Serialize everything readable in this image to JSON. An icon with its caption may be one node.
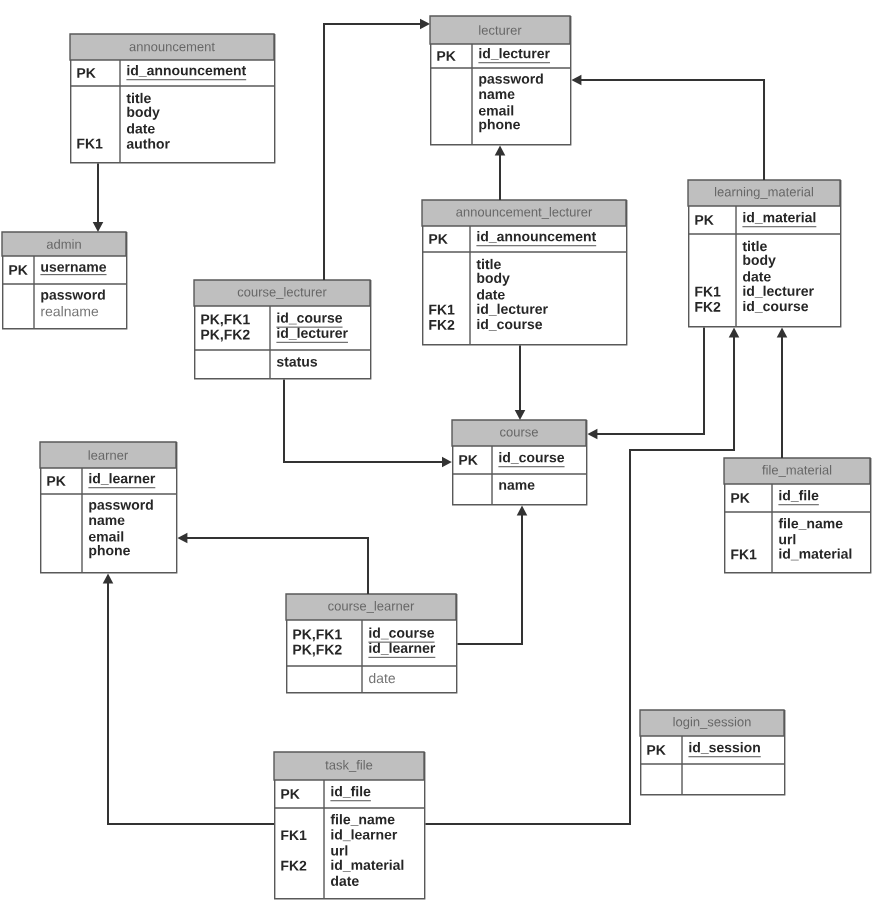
{
  "diagram": {
    "nodes": [
      {
        "text": [
          "announcement",
          "PK",
          "id_announcement",
          "title",
          "body",
          "date",
          "FK1",
          "author"
        ]
      },
      {
        "text": [
          "admin",
          "PK",
          "username",
          "password",
          "realname"
        ]
      },
      {
        "text": [
          "lecturer",
          "PK",
          "id_lecturer",
          "password",
          "name",
          "email",
          "phone"
        ]
      },
      {
        "text": [
          "announcement_lecturer",
          "PK",
          "id_announcement",
          "title",
          "body",
          "date",
          "FK1",
          "id_lecturer",
          "FK2",
          "id_course"
        ]
      },
      {
        "text": [
          "learning_material",
          "PK",
          "id_material",
          "title",
          "body",
          "date",
          "FK1",
          "id_lecturer",
          "FK2",
          "id_course"
        ]
      },
      {
        "text": [
          "course_lecturer",
          "PK,FK1",
          "id_course",
          "PK,FK2",
          "id_lecturer",
          "status"
        ]
      },
      {
        "text": [
          "course",
          "PK",
          "id_course",
          "name"
        ]
      },
      {
        "text": [
          "file_material",
          "PK",
          "id_file",
          "file_name",
          "url",
          "FK1",
          "id_material"
        ]
      },
      {
        "text": [
          "learner",
          "PK",
          "id_learner",
          "password",
          "name",
          "email",
          "phone"
        ]
      },
      {
        "text": [
          "course_learner",
          "PK,FK1",
          "id_course",
          "PK,FK2",
          "id_learner",
          "date"
        ]
      },
      {
        "text": [
          "login_session",
          "PK",
          "id_session"
        ]
      },
      {
        "text": [
          "task_file",
          "PK",
          "id_file",
          "file_name",
          "FK1",
          "id_learner",
          "url",
          "FK2",
          "id_material",
          "date"
        ]
      }
    ],
    "edges": [
      {
        "from": 0,
        "to": 1,
        "arrow": "to"
      },
      {
        "from": 5,
        "to": 2,
        "arrow": "to"
      },
      {
        "from": 5,
        "to": 6,
        "arrow": "to"
      },
      {
        "from": 3,
        "to": 2,
        "arrow": "to"
      },
      {
        "from": 3,
        "to": 6,
        "arrow": "to"
      },
      {
        "from": 4,
        "to": 2,
        "arrow": "to"
      },
      {
        "from": 4,
        "to": 6,
        "arrow": "to"
      },
      {
        "from": 11,
        "to": 4,
        "arrow": "to"
      },
      {
        "from": 7,
        "to": 4,
        "arrow": "to"
      },
      {
        "from": 9,
        "to": 8,
        "arrow": "to"
      },
      {
        "from": 9,
        "to": 6,
        "arrow": "to"
      },
      {
        "from": 11,
        "to": 8,
        "arrow": "to"
      }
    ]
  }
}
